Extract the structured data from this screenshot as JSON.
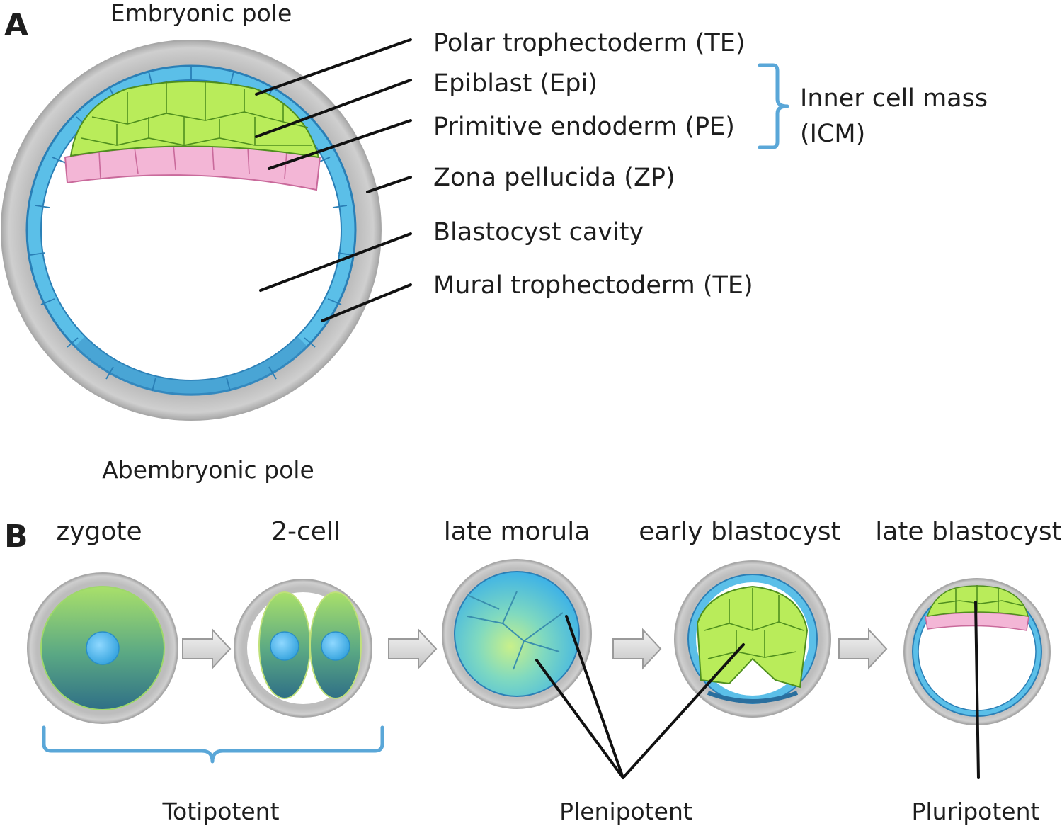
{
  "panel_a": {
    "letter": "A",
    "top_pole": "Embryonic pole",
    "bottom_pole": "Abembryonic pole",
    "labels": [
      "Polar trophectoderm (TE)",
      "Epiblast (Epi)",
      "Primitive endoderm (PE)",
      "Zona pellucida (ZP)",
      "Blastocyst cavity",
      "Mural trophectoderm (TE)"
    ],
    "icm_label_line1": "Inner cell mass",
    "icm_label_line2": "(ICM)"
  },
  "panel_b": {
    "letter": "B",
    "stages": [
      "zygote",
      "2-cell",
      "late morula",
      "early blastocyst",
      "late blastocyst"
    ],
    "potency": [
      "Totipotent",
      "Plenipotent",
      "Pluripotent"
    ]
  },
  "colors": {
    "zona": "#c8c8c8",
    "trophectoderm": "#5bbfe8",
    "epiblast": "#b9ec5a",
    "primitive_endoderm": "#f3b6d6",
    "bracket": "#5aa7d8"
  }
}
